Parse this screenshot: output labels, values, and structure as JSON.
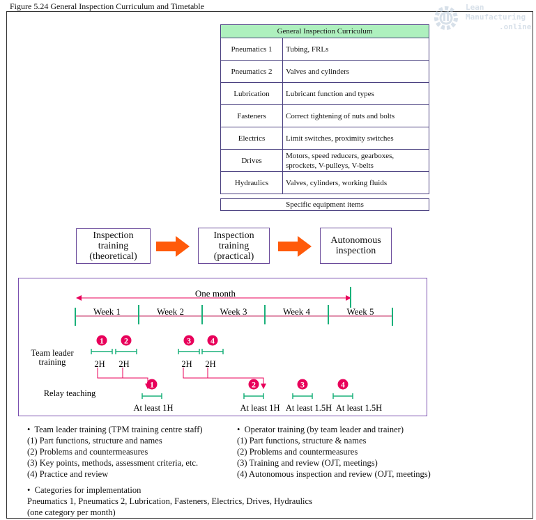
{
  "figure_title": "Figure 5.24  General Inspection Curriculum and Timetable",
  "watermark": {
    "line1": "Lean",
    "line2": "Manufacturing",
    "line3": ".online"
  },
  "curriculum": {
    "header": "General Inspection Curriculum",
    "rows": [
      {
        "category": "Pneumatics 1",
        "content": "Tubing, FRLs"
      },
      {
        "category": "Pneumatics 2",
        "content": "Valves and cylinders"
      },
      {
        "category": "Lubrication",
        "content": "Lubricant function and types"
      },
      {
        "category": "Fasteners",
        "content": "Correct tightening of nuts and bolts"
      },
      {
        "category": "Electrics",
        "content": "Limit switches, proximity switches"
      },
      {
        "category": "Drives",
        "content": "Motors, speed reducers, gearboxes, sprockets, V-pulleys, V-belts"
      },
      {
        "category": "Hydraulics",
        "content": "Valves, cylinders, working fluids"
      }
    ],
    "footer": "Specific equipment items"
  },
  "flow": {
    "step1": "Inspection training (theoretical)",
    "step2": "Inspection training (practical)",
    "step3": "Autonomous inspection",
    "arrow_color": "#ff5a0a"
  },
  "timeline": {
    "span_label": "One month",
    "weeks": [
      "Week 1",
      "Week 2",
      "Week 3",
      "Week 4",
      "Week 5"
    ],
    "team_leader_label": "Team leader training",
    "relay_label": "Relay teaching",
    "tl_markers": [
      "1",
      "2",
      "3",
      "4"
    ],
    "tl_durations": [
      "2H",
      "2H",
      "2H",
      "2H"
    ],
    "relay_markers": [
      "1",
      "2",
      "3",
      "4"
    ],
    "relay_durations": [
      "At least 1H",
      "At least 1H",
      "At least 1.5H",
      "At least 1.5H"
    ],
    "marker_color": "#e8005a",
    "tick_color": "#1ab07a"
  },
  "notes": {
    "left_title": "Team leader training (TPM training centre staff)",
    "left_items": [
      "(1) Part functions, structure and names",
      "(2) Problems and countermeasures",
      "(3) Key points, methods, assessment criteria, etc.",
      "(4) Practice and review"
    ],
    "right_title": "Operator training (by team leader and trainer)",
    "right_items": [
      "(1) Part functions, structure & names",
      "(2) Problems and  countermeasures",
      "(3) Training and review (OJT, meetings)",
      "(4) Autonomous inspection and review (OJT, meetings)"
    ],
    "cat_title": "Categories for implementation",
    "cat_line1": "Pneumatics 1, Pneumatics 2, Lubrication, Fasteners, Electrics, Drives, Hydraulics",
    "cat_line2": "(one category per month)"
  }
}
